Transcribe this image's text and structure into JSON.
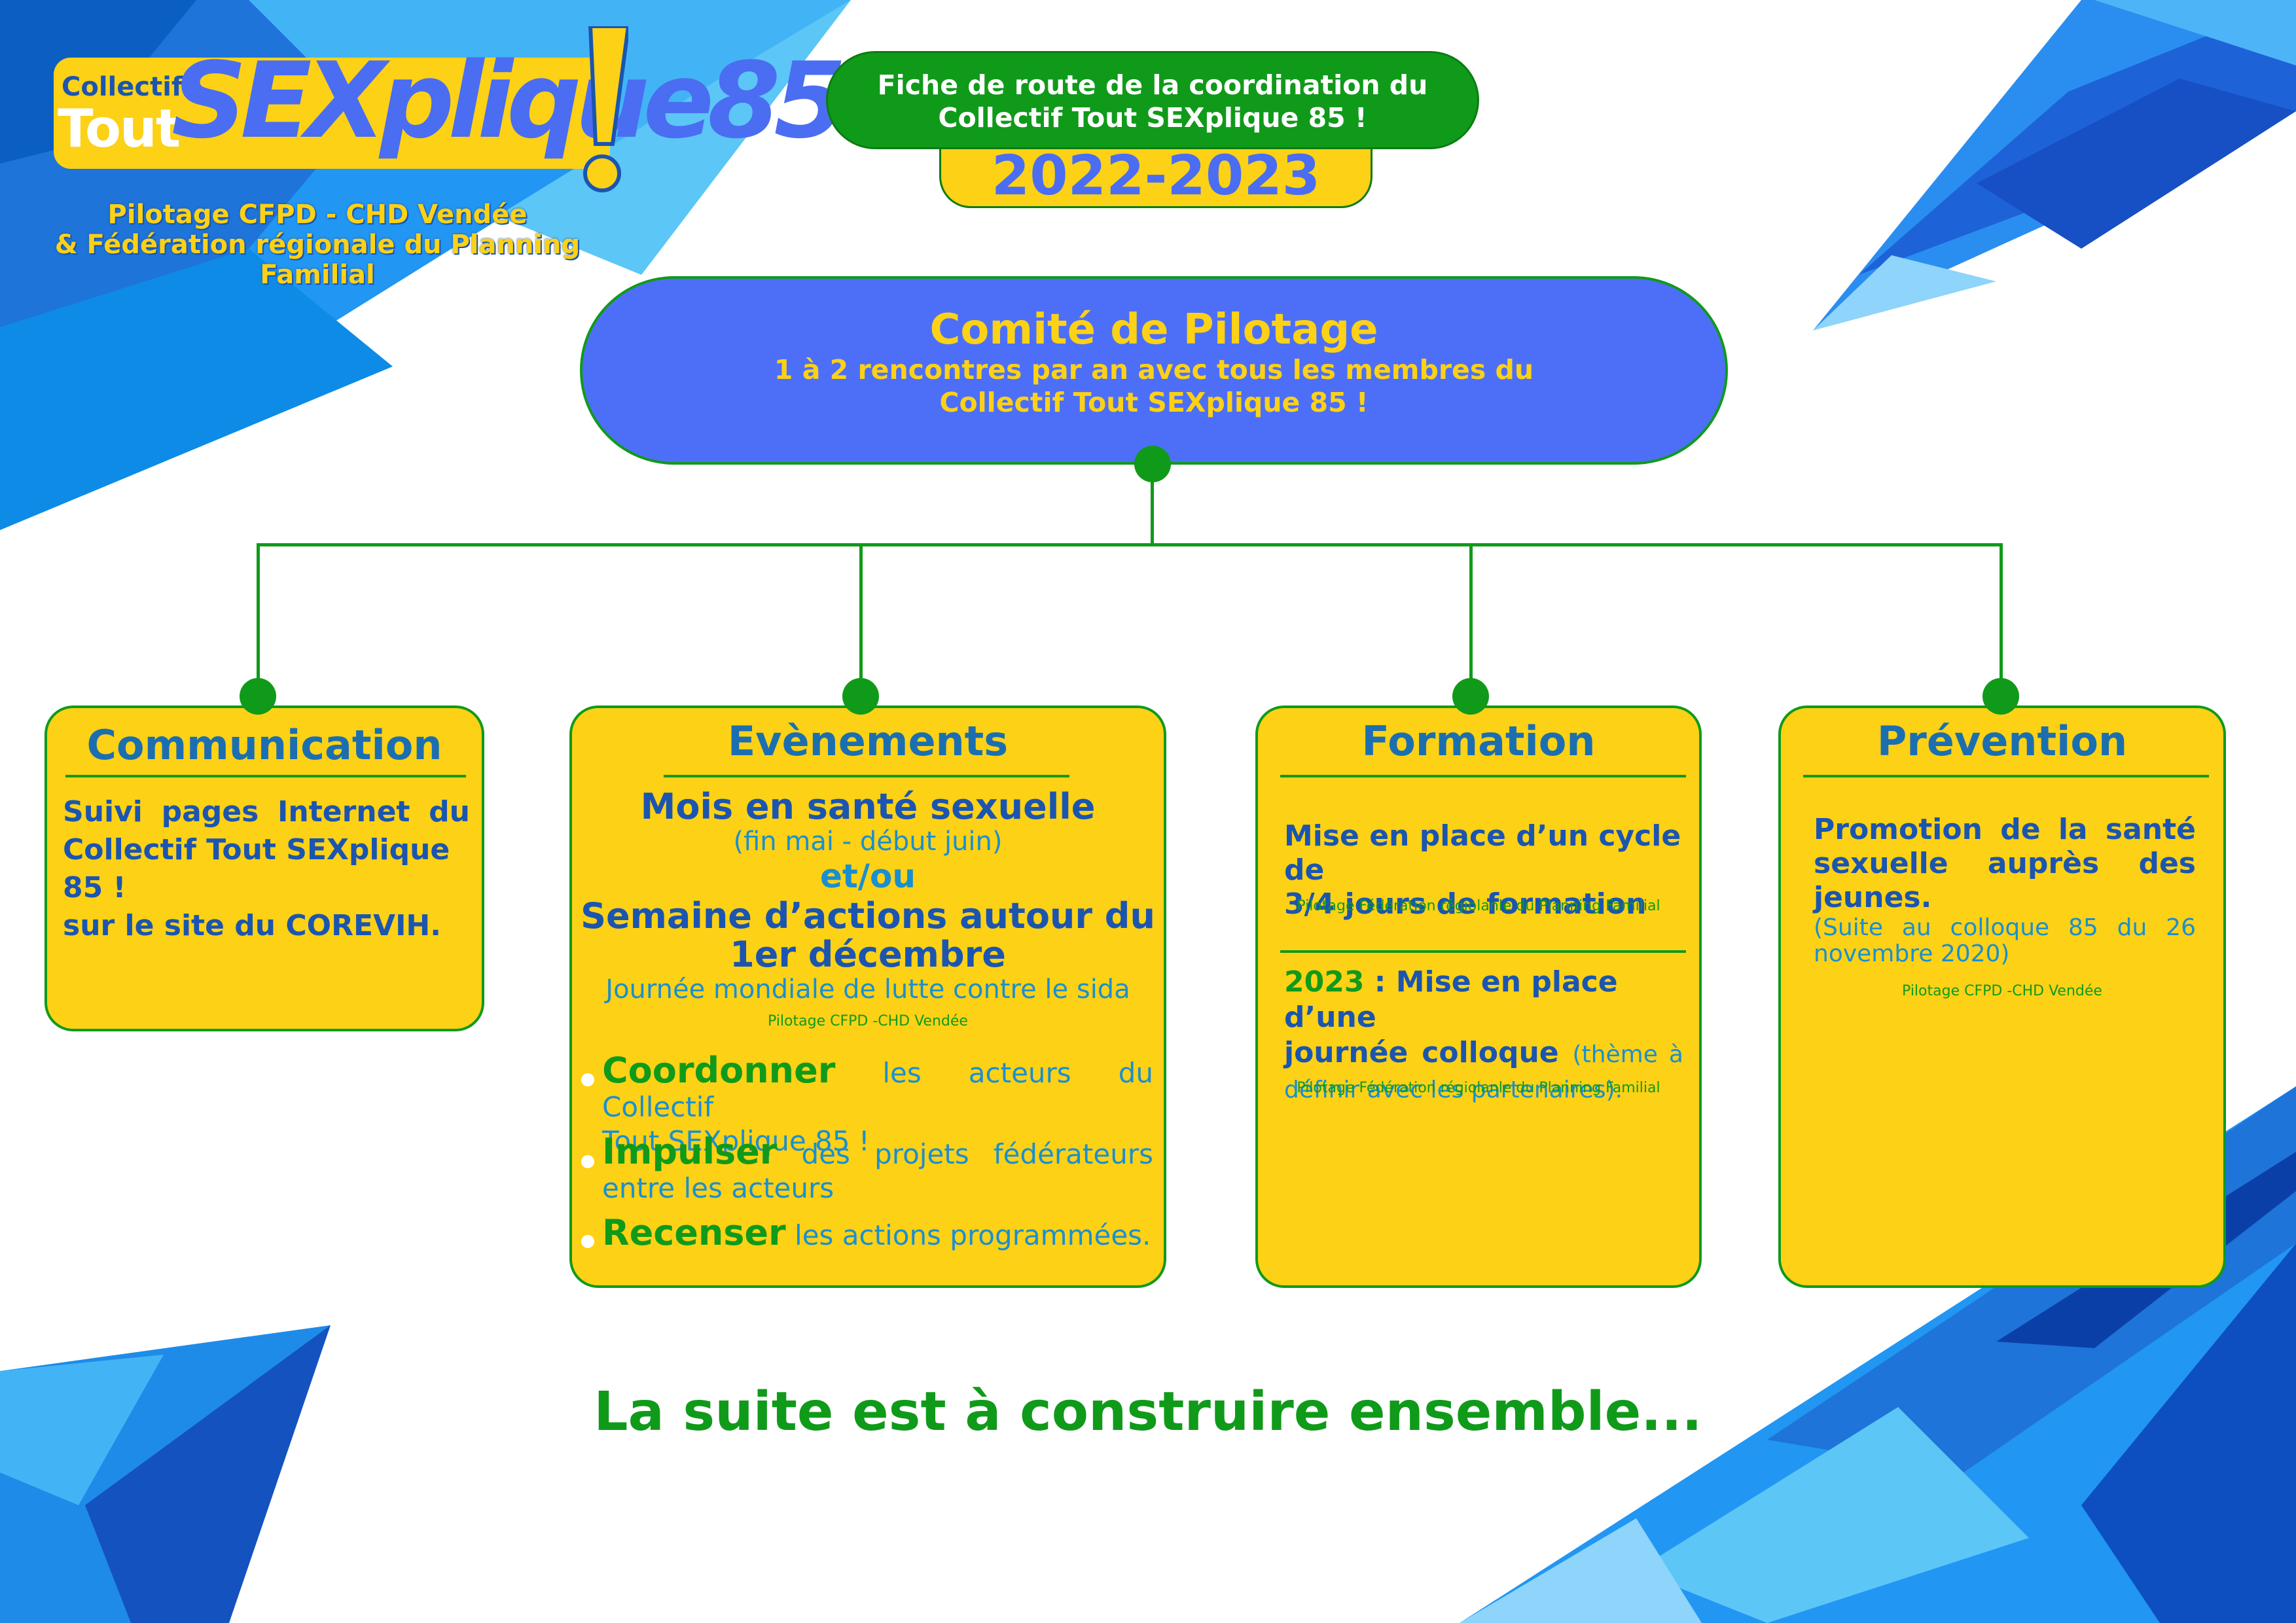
{
  "logo": {
    "collectif": "Collectif",
    "tout": "Tout",
    "sexplique": "SEXplique85",
    "pilot_line1": "Pilotage CFPD - CHD Vendée",
    "pilot_line2": "& Fédération régionale du Planning Familial"
  },
  "header": {
    "title_line1": "Fiche de route de la coordination du",
    "title_line2": "Collectif Tout SEXplique 85 !",
    "year": "2022-2023"
  },
  "comite": {
    "title": "Comité de Pilotage",
    "sub_line1": "1 à 2 rencontres par an avec tous les membres du",
    "sub_line2": "Collectif Tout SEXplique 85 !"
  },
  "communication": {
    "title": "Communication",
    "line1": "Suivi pages Internet du",
    "line2": "Collectif Tout SEXplique 85 !",
    "line3": "sur le site du COREVIH."
  },
  "evenements": {
    "title": "Evènements",
    "mois": "Mois en santé sexuelle",
    "dates": "(fin mai - début juin)",
    "etou": "et/ou",
    "semaine_line1": "Semaine d’actions autour du",
    "semaine_line2": "1er décembre",
    "journee": "Journée mondiale de lutte contre le sida",
    "pilotage": "Pilotage CFPD -CHD Vendée",
    "b1_verb": "Coordonner",
    "b1_rest": " les acteurs du Collectif",
    "b1_line2": "Tout SEXplique 85 !",
    "b2_verb": "Impulser",
    "b2_rest": " des projets fédérateurs",
    "b2_line2": "entre les acteurs",
    "b3_verb": "Recenser",
    "b3_rest": " les actions programmées."
  },
  "formation": {
    "title": "Formation",
    "p1_line1": "Mise en place d’un cycle de",
    "p1_line2": "3/4 jours de formation",
    "pilotage1": "Pilotage Fédération régiolanle du Planning Familial",
    "year": "2023",
    "p2_rest": " : Mise en place d’une",
    "p2_line2": "journée colloque ",
    "p2_theme": "(thème à",
    "p2_line3": "définir avec les partenaires).",
    "pilotage2": "Pilotage Fédération régiolanle du Planning Familial"
  },
  "prevention": {
    "title": "Prévention",
    "line1": "Promotion de la santé",
    "line2": "sexuelle auprès des",
    "line3": "jeunes.",
    "suite_line1": "(Suite au colloque 85 du 26",
    "suite_line2": "novembre 2020)",
    "pilotage": "Pilotage CFPD -CHD Vendée"
  },
  "footer": "La suite est à construire ensemble...",
  "colors": {
    "green": "#109a1a",
    "yellow": "#fcd116",
    "blue": "#4d6ff7",
    "dark_blue": "#1b55b0",
    "cyan": "#1a8fd0"
  }
}
